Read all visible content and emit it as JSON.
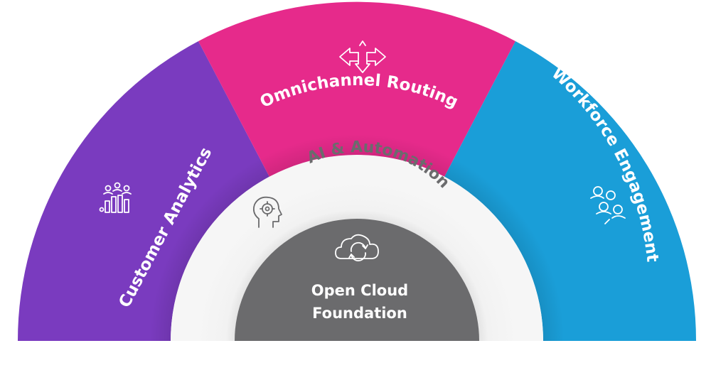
{
  "colors": {
    "customer_analytics": "#7a3bbf",
    "omnichannel_routing": "#e62a8b",
    "workforce_engagement": "#1a9ed8",
    "ai_automation_ring": "#efefef",
    "core": "#6b6b6d"
  },
  "segments": {
    "customer_analytics": {
      "label": "Customer Analytics",
      "icon": "analytics-people-chart-icon"
    },
    "omnichannel_routing": {
      "label": "Omnichannel Routing",
      "icon": "routing-arrows-icon"
    },
    "workforce_engagement": {
      "label": "Workforce Engagement",
      "icon": "team-people-icon"
    }
  },
  "ring": {
    "label": "AI & Automation",
    "icon": "head-gear-icon"
  },
  "core": {
    "line1": "Open Cloud",
    "line2": "Foundation",
    "icon": "cloud-sync-icon"
  }
}
